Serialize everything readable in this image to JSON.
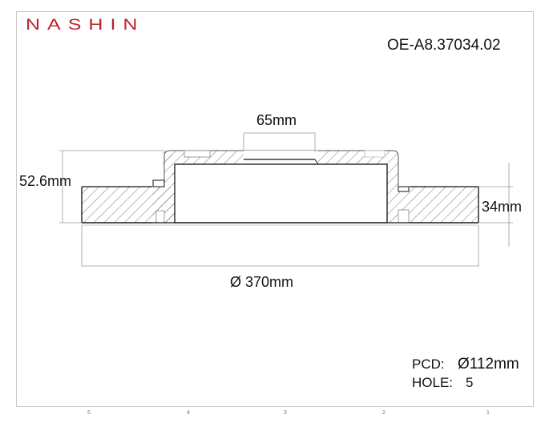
{
  "brand": {
    "logo_text": "NASHIN",
    "color": "#c0202c"
  },
  "part_number": "OE-A8.37034.02",
  "dimensions": {
    "center_bore": "65mm",
    "total_height": "52.6mm",
    "thickness": "34mm",
    "diameter": "Ø 370mm"
  },
  "specs": {
    "pcd_label": "PCD:",
    "pcd_value": "Ø112mm",
    "hole_label": "HOLE:",
    "hole_value": "5"
  },
  "ruler": {
    "labels": [
      "5",
      "4",
      "3",
      "2",
      "1"
    ]
  },
  "colors": {
    "line": "#111111",
    "hatch": "#555555",
    "dim_line": "#999999",
    "frame": "#c8c8c8"
  }
}
